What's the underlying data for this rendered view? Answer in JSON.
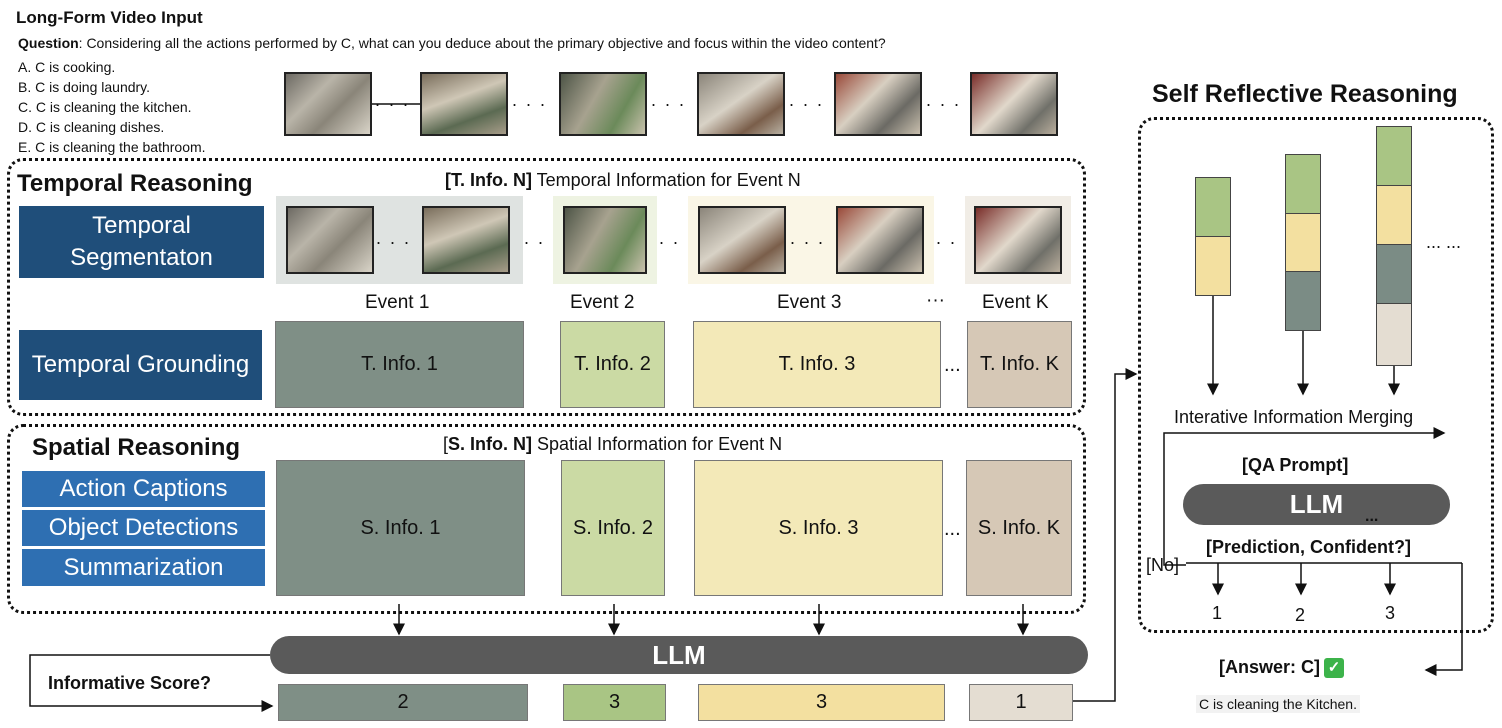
{
  "header": {
    "title": "Long-Form Video Input",
    "question_label": "Question",
    "question_text": ": Considering all the actions performed by C, what can you deduce about the primary objective and focus within the video content?",
    "options": [
      "A. C is cooking.",
      "B. C is doing laundry.",
      "C. C is cleaning the kitchen.",
      "D. C is cleaning dishes.",
      "E. C is cleaning the bathroom."
    ]
  },
  "ellipsis": ". . .",
  "temporal": {
    "title": "Temporal Reasoning",
    "info_bold": "[T. Info. N]",
    "info_text": " Temporal Information for Event N",
    "segmentation_label": "Temporal Segmentaton",
    "grounding_label": "Temporal Grounding",
    "events": [
      "Event 1",
      "Event 2",
      "Event 3",
      "Event K"
    ],
    "event_ellipsis": "···",
    "infos": [
      "T. Info. 1",
      "T. Info. 2",
      "T. Info. 3",
      "T. Info. K"
    ],
    "info_ellipsis": "..."
  },
  "spatial": {
    "title": "Spatial Reasoning",
    "info_bold": "S. Info. N]",
    "info_prefix": "[",
    "info_text": " Spatial Information for Event N",
    "tools": [
      "Action Captions",
      "Object Detections",
      "Summarization"
    ],
    "infos": [
      "S. Info. 1",
      "S. Info. 2",
      "S. Info. 3",
      "S. Info. K"
    ],
    "info_ellipsis": "..."
  },
  "bottom": {
    "llm_label": "LLM",
    "informative_score": "Informative Score?",
    "scores": [
      "2",
      "3",
      "3",
      "1"
    ]
  },
  "reflective": {
    "title": "Self Reflective Reasoning",
    "stack_ellipsis": "... ...",
    "merging_label": "Interative Information Merging",
    "qa_prompt": "[QA Prompt]",
    "llm_label": "LLM",
    "llm_ellipsis": "...",
    "prediction": "[Prediction, Confident?]",
    "no_label": "[No]",
    "candidates": [
      "1",
      "2",
      "3"
    ],
    "answer": "[Answer: C]",
    "answer_check": "✓",
    "answer_desc": "C is cleaning the Kitchen."
  },
  "colors": {
    "dark_blue": "#1f4e7a",
    "mid_blue": "#2e6fb2",
    "gray_green": "#7f8f86",
    "light_green": "#cbdaa4",
    "light_yellow": "#f3e9b8",
    "tan": "#d6c8b6",
    "llm_gray": "#5a5a5a"
  }
}
